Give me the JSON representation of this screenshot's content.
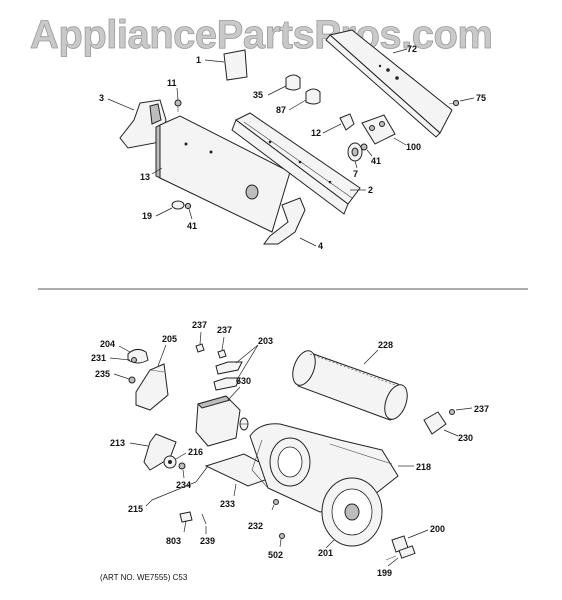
{
  "watermark": "AppliancePartsPros.com",
  "art_number": "(ART NO. WE7555) C53",
  "callouts": {
    "c1": "1",
    "c72": "72",
    "c11": "11",
    "c3": "3",
    "c35": "35",
    "c87": "87",
    "c75": "75",
    "c12": "12",
    "c100": "100",
    "c41a": "41",
    "c7": "7",
    "c13": "13",
    "c2": "2",
    "c19": "19",
    "c41b": "41",
    "c4": "4",
    "c237a": "237",
    "c237b": "237",
    "c204": "204",
    "c205": "205",
    "c203": "203",
    "c228": "228",
    "c231": "231",
    "c235": "235",
    "c630": "630",
    "c237c": "237",
    "c230": "230",
    "c213": "213",
    "c216": "216",
    "c218": "218",
    "c234": "234",
    "c215": "215",
    "c233": "233",
    "c232": "232",
    "c200": "200",
    "c803": "803",
    "c239": "239",
    "c502": "502",
    "c201": "201",
    "c199": "199"
  },
  "colors": {
    "line": "#222222",
    "watermark_fill": "#c9c9c9",
    "part_fill": "#f4f4f4",
    "part_shade": "#bdbdbd"
  }
}
